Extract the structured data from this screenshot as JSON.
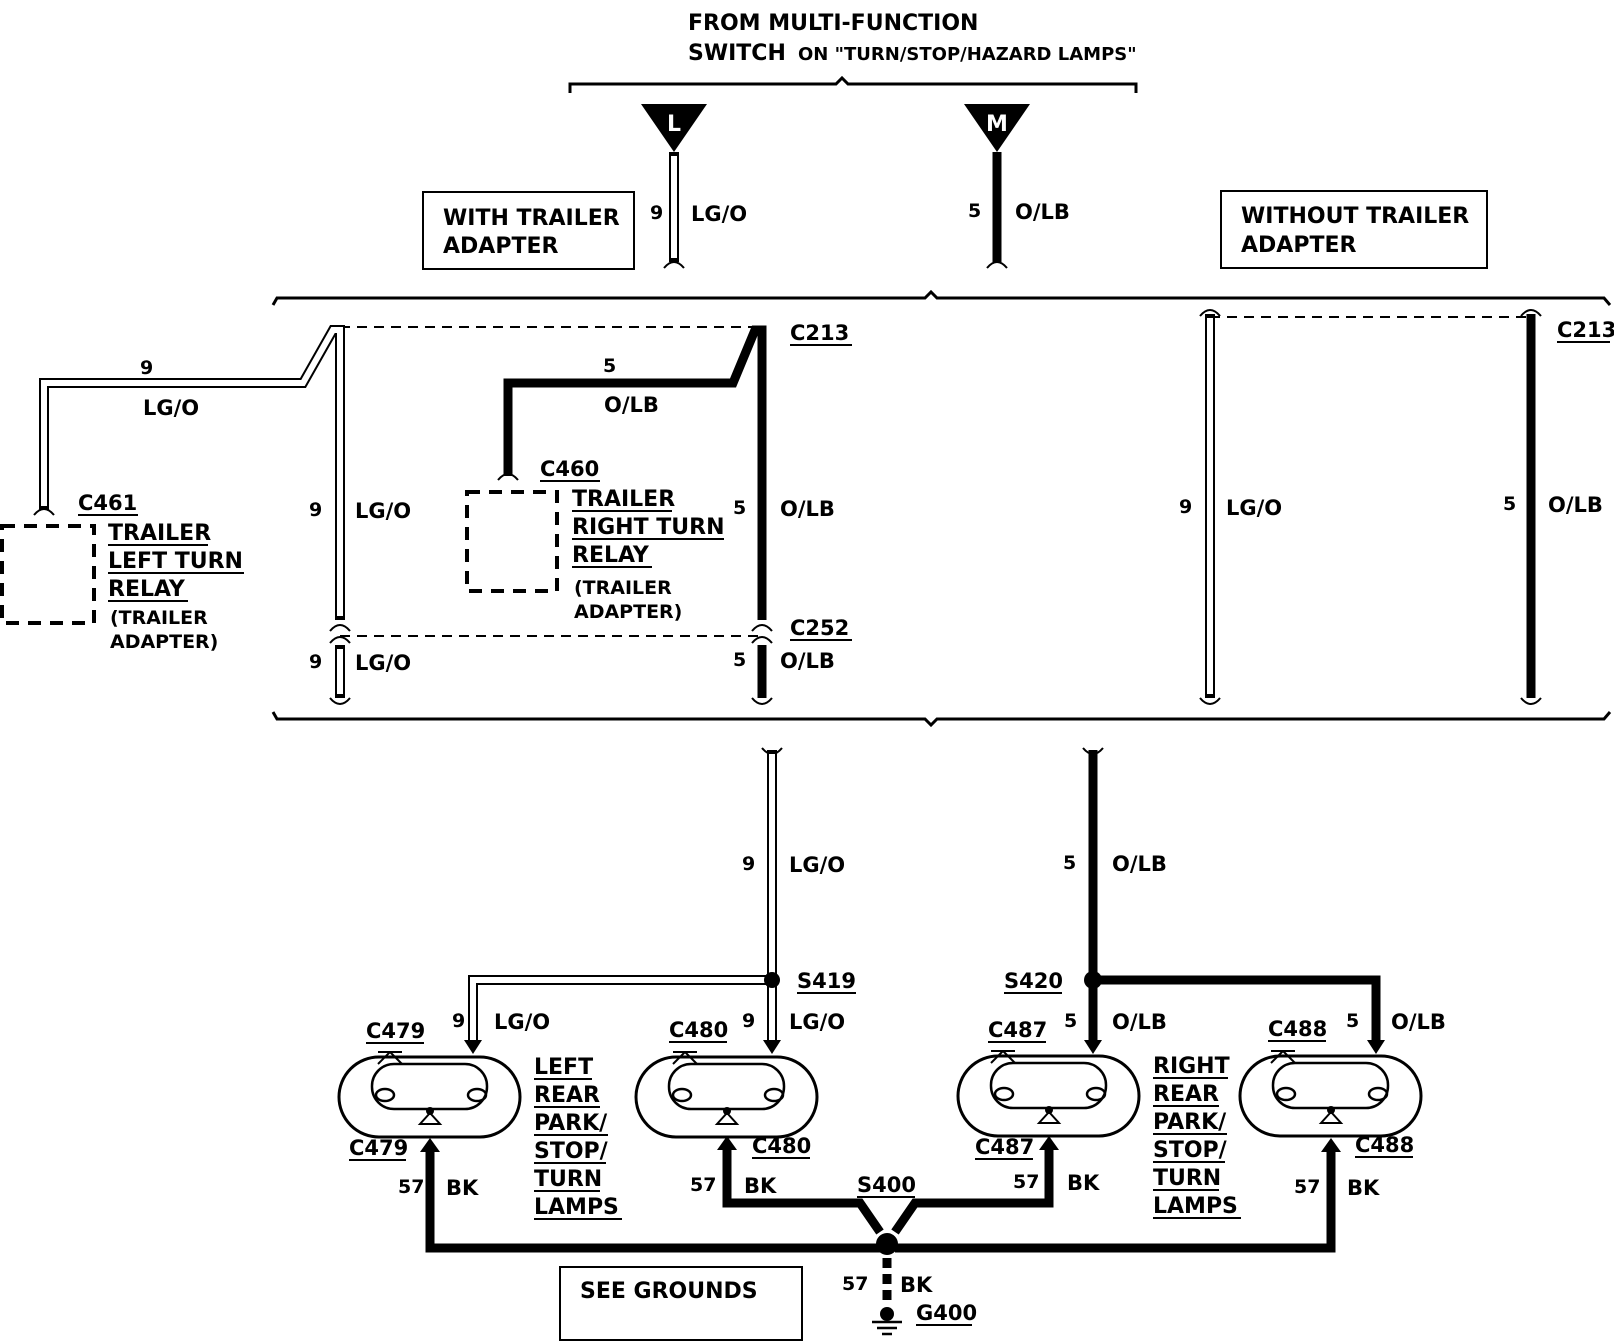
{
  "header": {
    "line1": "FROM MULTI-FUNCTION",
    "line2_a": "SWITCH",
    "line2_b": "ON \"TURN/STOP/HAZARD LAMPS\""
  },
  "pins": {
    "left": "L",
    "right": "M"
  },
  "boxes": {
    "with_trailer_1": "WITH TRAILER",
    "with_trailer_2": "ADAPTER",
    "without_trailer_1": "WITHOUT TRAILER",
    "without_trailer_2": "ADAPTER",
    "see_grounds": "SEE GROUNDS"
  },
  "wires": {
    "lgo_circuit": "9",
    "lgo_color": "LG/O",
    "olb_circuit": "5",
    "olb_color": "O/LB",
    "bk_circuit": "57",
    "bk_color": "BK"
  },
  "connectors": {
    "c213": "C213",
    "c252": "C252",
    "c460": "C460",
    "c461": "C461",
    "c479": "C479",
    "c480": "C480",
    "c487": "C487",
    "c488": "C488"
  },
  "splices": {
    "s419": "S419",
    "s420": "S420",
    "s400": "S400"
  },
  "ground": "G400",
  "relays": {
    "left": {
      "l1": "TRAILER",
      "l2": "LEFT TURN",
      "l3": "RELAY",
      "n1": "(TRAILER",
      "n2": "ADAPTER)"
    },
    "right": {
      "l1": "TRAILER",
      "l2": "RIGHT TURN",
      "l3": "RELAY",
      "n1": "(TRAILER",
      "n2": "ADAPTER)"
    }
  },
  "lamps": {
    "left": [
      "LEFT",
      "REAR",
      "PARK/",
      "STOP/",
      "TURN",
      "LAMPS"
    ],
    "right": [
      "RIGHT",
      "REAR",
      "PARK/",
      "STOP/",
      "TURN",
      "LAMPS"
    ]
  }
}
